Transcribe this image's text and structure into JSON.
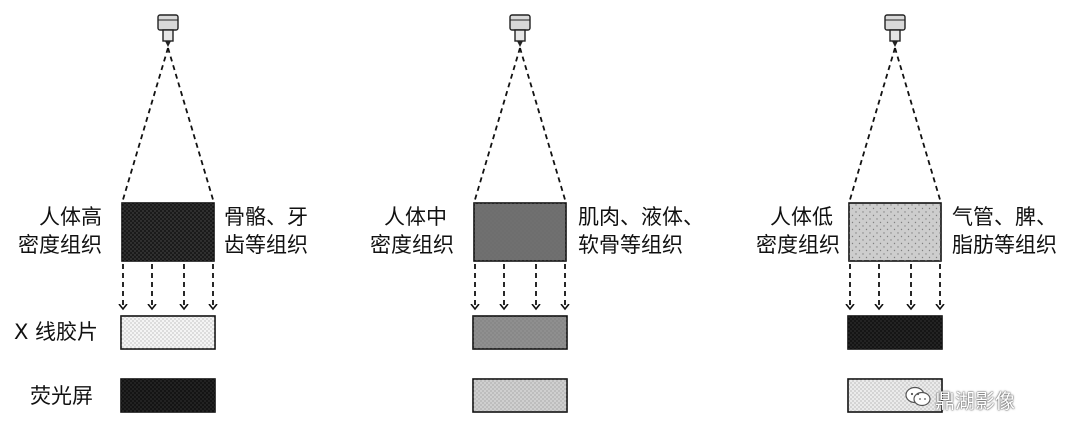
{
  "row_labels": {
    "film": "X 线胶片",
    "screen": "荧光屏"
  },
  "panels": [
    {
      "id": "high",
      "left_label": [
        "人体高",
        "密度组织"
      ],
      "right_label": [
        "骨骼、牙",
        "齿等组织"
      ],
      "tissue_shade": "#1a1a1a",
      "film_shade": "#f4f4f4",
      "screen_shade": "#141414"
    },
    {
      "id": "medium",
      "left_label": [
        "人体中",
        "密度组织"
      ],
      "right_label": [
        "肌肉、液体、",
        "软骨等组织"
      ],
      "tissue_shade": "#707070",
      "film_shade": "#8f8f8f",
      "screen_shade": "#cfcfcf"
    },
    {
      "id": "low",
      "left_label": [
        "人体低",
        "密度组织"
      ],
      "right_label": [
        "气管、脾、",
        "脂肪等组织"
      ],
      "tissue_shade": "#cdcdcd",
      "film_shade": "#151515",
      "screen_shade": "#ebebeb"
    }
  ],
  "watermark": {
    "text": "鼎湖影像",
    "icon": "wechat-icon"
  }
}
